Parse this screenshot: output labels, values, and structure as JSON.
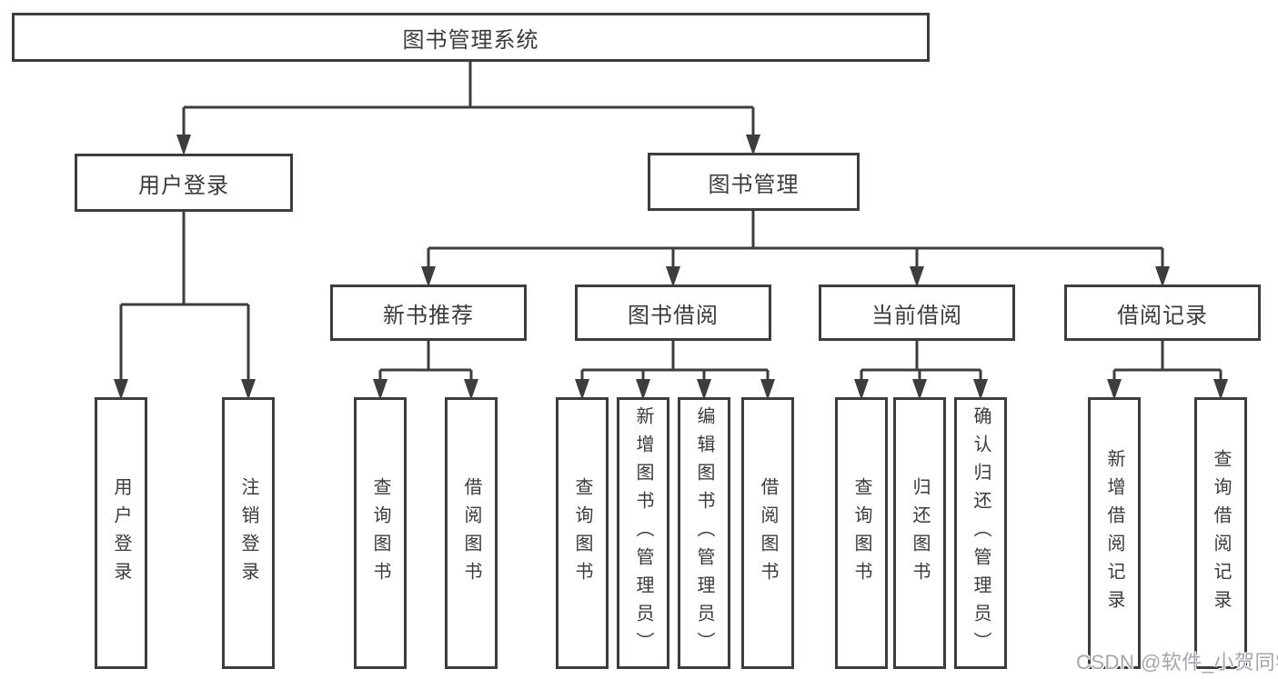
{
  "tree": {
    "label": "图书管理系统",
    "children": [
      {
        "label": "用户登录",
        "children": [
          {
            "label": "用户登录"
          },
          {
            "label": "注销登录"
          }
        ]
      },
      {
        "label": "图书管理",
        "children": [
          {
            "label": "新书推荐",
            "children": [
              {
                "label": "查询图书"
              },
              {
                "label": "借阅图书"
              }
            ]
          },
          {
            "label": "图书借阅",
            "children": [
              {
                "label": "查询图书"
              },
              {
                "label": "新增图书（管理员）"
              },
              {
                "label": "编辑图书（管理员）"
              },
              {
                "label": "借阅图书"
              }
            ]
          },
          {
            "label": "当前借阅",
            "children": [
              {
                "label": "查询图书"
              },
              {
                "label": "归还图书"
              },
              {
                "label": "确认归还（管理员）"
              }
            ]
          },
          {
            "label": "借阅记录",
            "children": [
              {
                "label": "新增借阅记录"
              },
              {
                "label": "查询借阅记录"
              }
            ]
          }
        ]
      }
    ]
  },
  "watermark": {
    "text": "CSDN @软件_小贺同学"
  },
  "colors": {
    "line": "#3d3d3d",
    "text": "#3b3b3b",
    "box_fill": "#ffffff",
    "background": "#ffffff",
    "watermark": "#a2a7ae"
  }
}
